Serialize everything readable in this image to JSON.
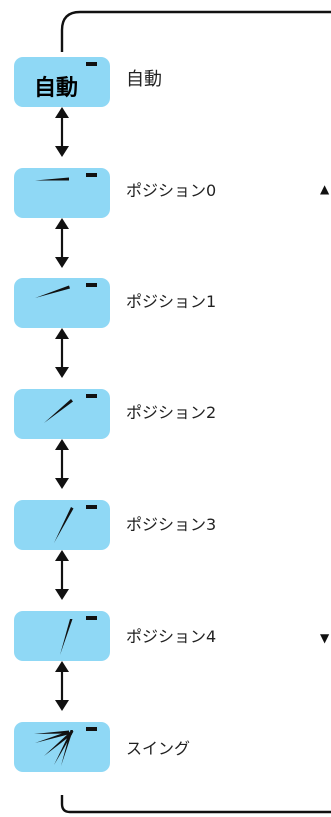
{
  "modes": [
    {
      "id": "auto",
      "button_text": "自動",
      "label": "自動",
      "icon": "auto-icon"
    },
    {
      "id": "pos0",
      "label": "ポジション0",
      "icon": "blade-position-0-icon",
      "angle": 0
    },
    {
      "id": "pos1",
      "label": "ポジション1",
      "icon": "blade-position-1-icon",
      "angle": 1
    },
    {
      "id": "pos2",
      "label": "ポジション2",
      "icon": "blade-position-2-icon",
      "angle": 2
    },
    {
      "id": "pos3",
      "label": "ポジション3",
      "icon": "blade-position-3-icon",
      "angle": 3
    },
    {
      "id": "pos4",
      "label": "ポジション4",
      "icon": "blade-position-4-icon",
      "angle": 4
    },
    {
      "id": "swing",
      "label": "スイング",
      "icon": "swing-icon"
    }
  ],
  "scroll": {
    "up": "▲",
    "down": "▼"
  },
  "colors": {
    "button_fill": "#8fd8f5",
    "ink": "#111111"
  }
}
